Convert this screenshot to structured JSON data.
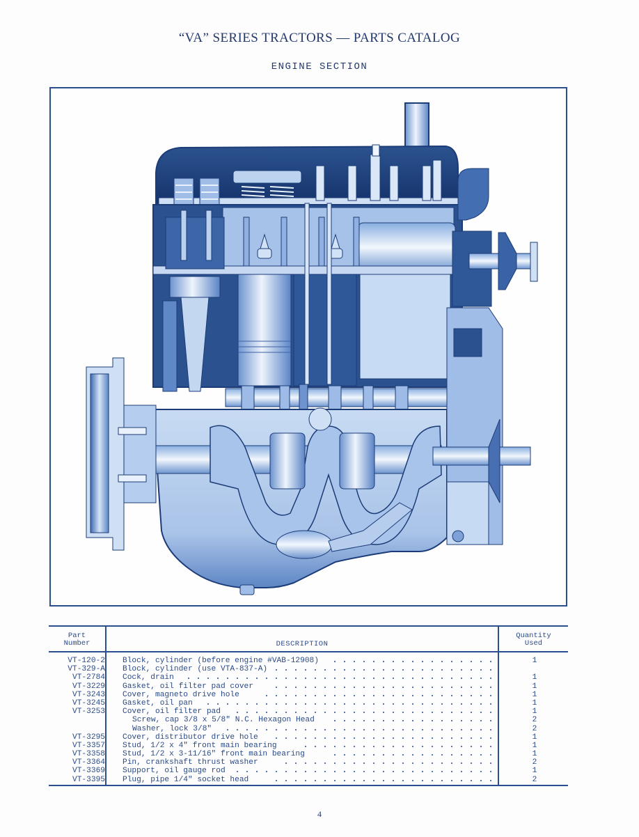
{
  "header": {
    "title": "“VA” SERIES TRACTORS — PARTS CATALOG",
    "subtitle": "ENGINE SECTION"
  },
  "illustration": {
    "subject": "engine-cutaway-diagram",
    "colors": {
      "dark": "#1c3c78",
      "mid": "#4f7cc0",
      "light": "#b9d0ee",
      "highlight": "#e6effb",
      "frame": "#2b4f8c"
    }
  },
  "table": {
    "headers": {
      "part_number_line1": "Part",
      "part_number_line2": "Number",
      "description": "DESCRIPTION",
      "quantity_line1": "Quantity",
      "quantity_line2": "Used"
    },
    "rows": [
      {
        "part": "VT-120-2",
        "description": "Block, cylinder (before engine #VAB-12908)",
        "qty": "1",
        "sub": false
      },
      {
        "part": "VT-329-A",
        "description": "Block, cylinder (use VTA-837-A)",
        "qty": "",
        "sub": false
      },
      {
        "part": "VT-2784",
        "description": "Cock, drain",
        "qty": "1",
        "sub": false
      },
      {
        "part": "VT-3229",
        "description": "Gasket, oil filter pad cover",
        "qty": "1",
        "sub": false
      },
      {
        "part": "VT-3243",
        "description": "Cover, magneto drive hole",
        "qty": "1",
        "sub": false
      },
      {
        "part": "VT-3245",
        "description": "Gasket, oil pan",
        "qty": "1",
        "sub": false
      },
      {
        "part": "VT-3253",
        "description": "Cover, oil filter pad",
        "qty": "1",
        "sub": false
      },
      {
        "part": "",
        "description": "Screw, cap 3/8 x 5/8\" N.C. Hexagon Head",
        "qty": "2",
        "sub": true
      },
      {
        "part": "",
        "description": "Washer, lock 3/8\"",
        "qty": "2",
        "sub": true
      },
      {
        "part": "VT-3295",
        "description": "Cover, distributor drive hole",
        "qty": "1",
        "sub": false
      },
      {
        "part": "VT-3357",
        "description": "Stud, 1/2 x 4\" front main bearing",
        "qty": "1",
        "sub": false
      },
      {
        "part": "VT-3358",
        "description": "Stud, 1/2 x 3-11/16\" front main bearing",
        "qty": "1",
        "sub": false
      },
      {
        "part": "VT-3364",
        "description": "Pin, crankshaft thrust washer",
        "qty": "2",
        "sub": false
      },
      {
        "part": "VT-3369",
        "description": "Support, oil gauge rod",
        "qty": "1",
        "sub": false
      },
      {
        "part": "VT-3395",
        "description": "Plug, pipe 1/4\" socket head",
        "qty": "2",
        "sub": false
      }
    ]
  },
  "footer": {
    "page_number": "4"
  }
}
